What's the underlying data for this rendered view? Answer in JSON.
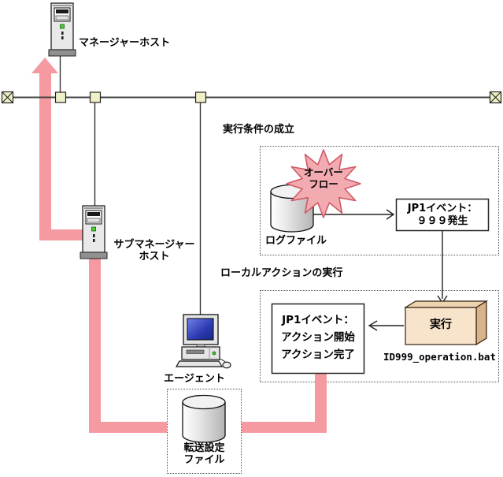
{
  "labels": {
    "manager_host": "マネージャーホスト",
    "submanager_host_line1": "サブマネージャー",
    "submanager_host_line2": "ホスト",
    "agent": "エージェント",
    "transfer_file_line1": "転送設定",
    "transfer_file_line2": "ファイル",
    "section1_title": "実行条件の成立",
    "section2_title": "ローカルアクションの実行",
    "log_file": "ログファイル",
    "overflow_line1": "オーバー",
    "overflow_line2": "フロー",
    "event999_line1": "JP1イベント：",
    "event999_line2": "９９９発生",
    "action_event_line1": "JP1イベント：",
    "action_event_line2": "アクション開始",
    "action_event_line3": "アクション完了",
    "execute": "実行",
    "script_name": "ID999_operation.bat"
  },
  "icons": {
    "manager_host": "server-tower-icon",
    "submanager_host": "server-tower-icon",
    "agent": "desktop-computer-icon",
    "log_file": "database-cylinder-icon",
    "transfer_file": "database-cylinder-icon",
    "overflow": "starburst-icon",
    "execute": "3d-box-icon",
    "network_ends": "crossed-square-terminator-icon",
    "network_taps": "square-connector-icon",
    "event_flow": "thick-pink-arrow"
  },
  "colors": {
    "flow_pink": "#f59aa1",
    "starburst_fill": "#f3abb2",
    "starburst_border": "#d05a66",
    "connector_fill": "#efefc8",
    "box3d_front": "#f8e4cb",
    "box3d_top": "#eed3b2",
    "box3d_side": "#d9b38a",
    "screen_blue": "#2a3ab0",
    "line": "#333333"
  }
}
